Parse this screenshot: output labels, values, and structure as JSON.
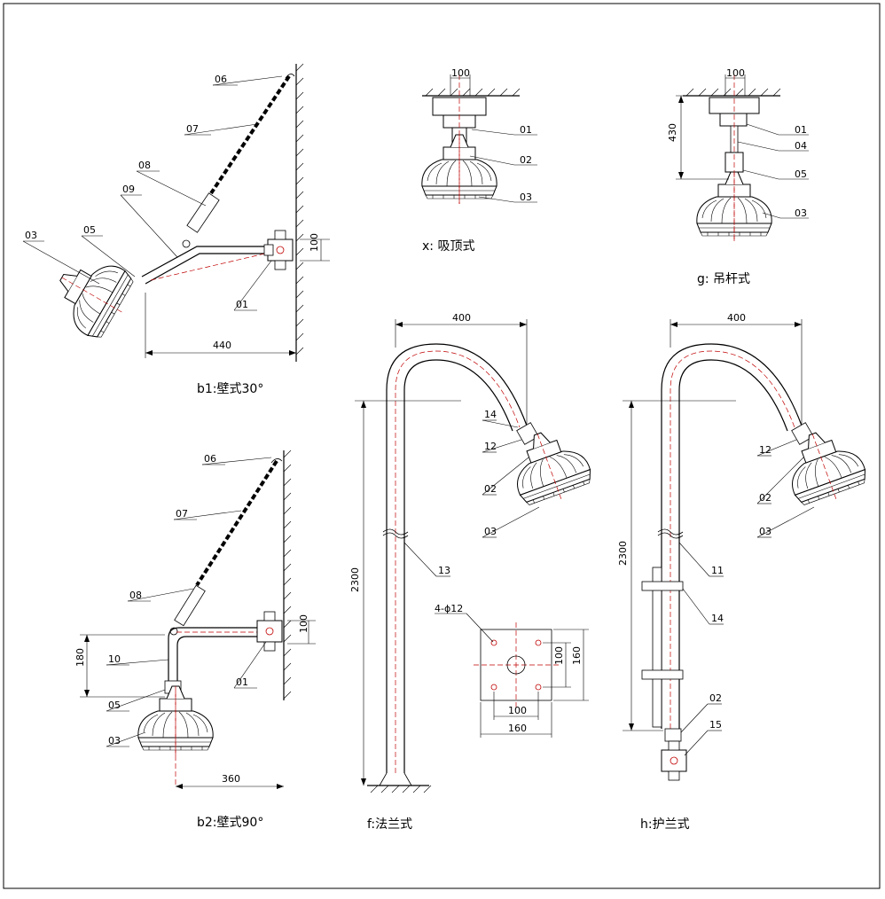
{
  "captions": {
    "b1": "b1:壁式30°",
    "b2": "b2:壁式90°",
    "x": "x: 吸顶式",
    "g": "g: 吊杆式",
    "f": "f:法兰式",
    "h": "h:护兰式"
  },
  "b1": {
    "labels": [
      "06",
      "07",
      "08",
      "09",
      "03",
      "05",
      "01"
    ],
    "dim_width": "440",
    "dim_height": "100"
  },
  "b2": {
    "labels": [
      "06",
      "07",
      "08",
      "10",
      "05",
      "03",
      "01"
    ],
    "dim_height": "180",
    "dim_bracket": "100",
    "dim_width": "360"
  },
  "x": {
    "labels": [
      "01",
      "02",
      "03"
    ],
    "dim_width": "100"
  },
  "g": {
    "labels": [
      "01",
      "04",
      "05",
      "03"
    ],
    "dim_width": "100",
    "dim_height": "430"
  },
  "f": {
    "labels": [
      "14",
      "12",
      "02",
      "03",
      "13"
    ],
    "dim_width": "400",
    "dim_height": "2300",
    "hole_label": "4-ϕ12",
    "flange_inner_v": "100",
    "flange_outer_v": "160",
    "flange_inner_h": "100",
    "flange_outer_h": "160"
  },
  "h": {
    "labels": [
      "12",
      "02",
      "03",
      "11",
      "14",
      "02",
      "15"
    ],
    "dim_width": "400",
    "dim_height": "2300"
  }
}
